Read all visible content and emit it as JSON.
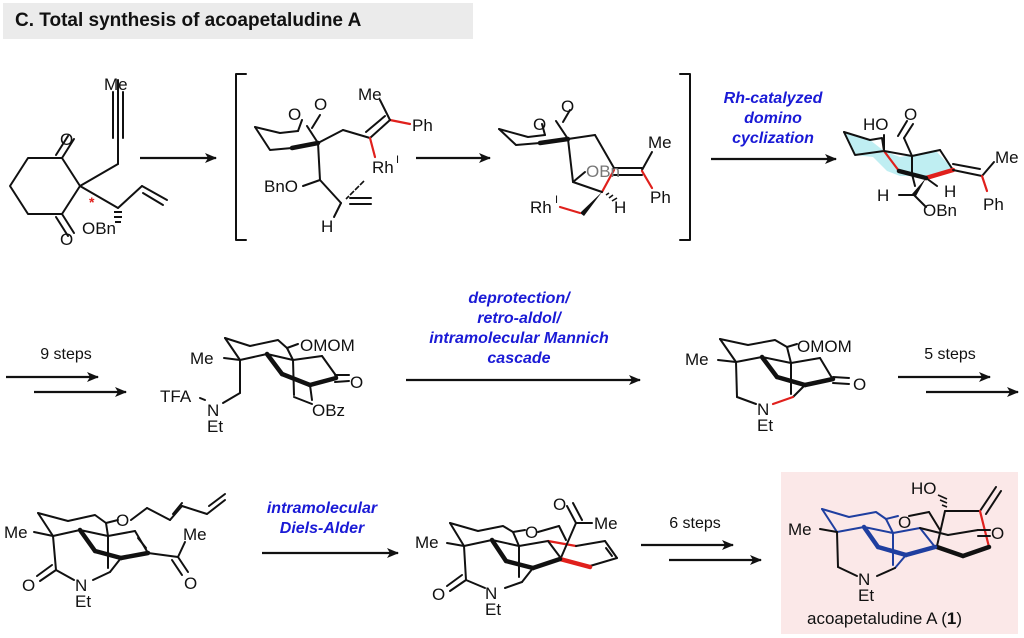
{
  "title": "C. Total synthesis of acoapetaludine A",
  "colors": {
    "condition_text": "#1a1ad6",
    "new_bond": "#e0201c",
    "highlight_ring": "#bfeef2",
    "product_box": "#fbe8e8",
    "core_skeleton": "#1f3fa0",
    "title_bg": "#ebebeb"
  },
  "row1": {
    "start_material": {
      "labels": {
        "me": "Me",
        "o1": "O",
        "o2": "O",
        "obn": "OBn",
        "stereo_mark": "*"
      }
    },
    "intermediate1": {
      "labels": {
        "me": "Me",
        "ph": "Ph",
        "o1": "O",
        "o2": "O",
        "rh": "Rh",
        "rh_ox": "I",
        "bno": "BnO",
        "h": "H"
      }
    },
    "intermediate2": {
      "labels": {
        "o1": "O",
        "o2": "O",
        "me": "Me",
        "obn": "OBn",
        "ph": "Ph",
        "rh": "Rh",
        "rh_ox": "I",
        "h": "H"
      }
    },
    "condition": [
      "Rh-catalyzed",
      "domino",
      "cyclization"
    ],
    "product": {
      "labels": {
        "ho": "HO",
        "o": "O",
        "me": "Me",
        "h1": "H",
        "h2": "H",
        "obn": "OBn",
        "ph": "Ph"
      }
    }
  },
  "row2": {
    "steps_in": "9 steps",
    "compound_a": {
      "labels": {
        "me": "Me",
        "omom": "OMOM",
        "o": "O",
        "tfa": "TFA",
        "n": "N",
        "et": "Et",
        "obz": "OBz"
      }
    },
    "condition": [
      "deprotection/",
      "retro-aldol/",
      "intramolecular Mannich",
      "cascade"
    ],
    "compound_b": {
      "labels": {
        "me": "Me",
        "omom": "OMOM",
        "o": "O",
        "n": "N",
        "et": "Et"
      }
    },
    "steps_out": "5 steps"
  },
  "row3": {
    "compound_c": {
      "labels": {
        "me1": "Me",
        "o_ether": "O",
        "me2": "Me",
        "o_ketone": "O",
        "o_lactam": "O",
        "n": "N",
        "et": "Et"
      }
    },
    "condition": [
      "intramolecular",
      "Diels-Alder"
    ],
    "compound_d": {
      "labels": {
        "o1": "O",
        "me1": "Me",
        "o_ether": "O",
        "me2": "Me",
        "o_lactam": "O",
        "n": "N",
        "et": "Et"
      }
    },
    "steps": "6 steps",
    "final_product": {
      "labels": {
        "ho": "HO",
        "o_ether": "O",
        "o_ketone": "O",
        "me": "Me",
        "n": "N",
        "et": "Et"
      },
      "name": "acoapetaludine A (",
      "number": "1",
      "close": ")"
    }
  }
}
